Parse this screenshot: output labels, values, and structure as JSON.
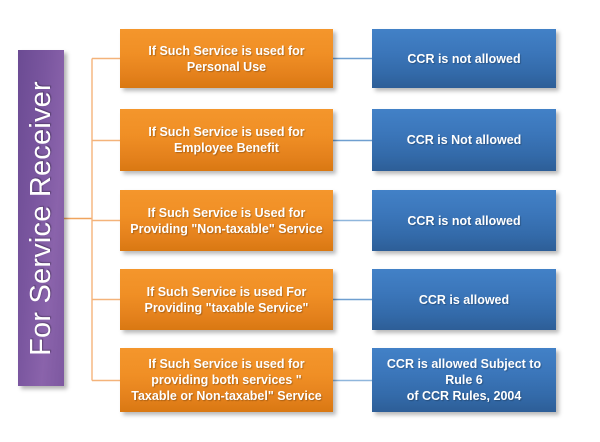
{
  "diagram": {
    "title": "For Service Receiver",
    "colors": {
      "banner": "#7a569f",
      "condition_box": "#ef8f25",
      "result_box": "#3b76ba",
      "condition_connector": "#f4b37a",
      "result_connector": "#6f9fd0",
      "background": "#ffffff"
    },
    "banner": {
      "label": "For Service Receiver"
    },
    "rows": [
      {
        "condition": "If Such Service is used for\nPersonal Use",
        "result": "CCR is not allowed"
      },
      {
        "condition": "If Such Service is used for\nEmployee Benefit",
        "result": "CCR is Not allowed"
      },
      {
        "condition": "If Such Service is Used for\nProviding \"Non-taxable\" Service",
        "result": "CCR is not allowed"
      },
      {
        "condition": "If Such Service is used For\nProviding \"taxable Service\"",
        "result": "CCR is allowed"
      },
      {
        "condition": "If Such Service is used for\nproviding both services \"\nTaxable or Non-taxabel\" Service",
        "result": "CCR is allowed Subject to Rule 6\nof CCR Rules, 2004"
      }
    ]
  }
}
